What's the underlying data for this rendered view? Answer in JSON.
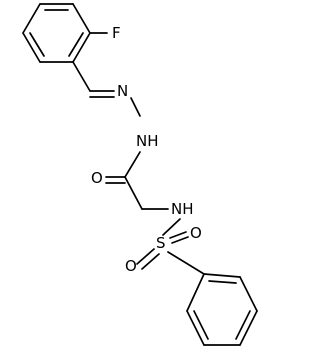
{
  "diagram": {
    "atoms": {
      "fluorine": "F",
      "imine_nitrogen": "N",
      "hydrazide_nh": "NH",
      "carbonyl_oxygen": "O",
      "sulfonamide_nh": "NH",
      "sulfur": "S",
      "sulfonyl_oxygen_left": "O",
      "sulfonyl_oxygen_right": "O"
    },
    "line_color": "#000000",
    "background_color": "#ffffff"
  }
}
